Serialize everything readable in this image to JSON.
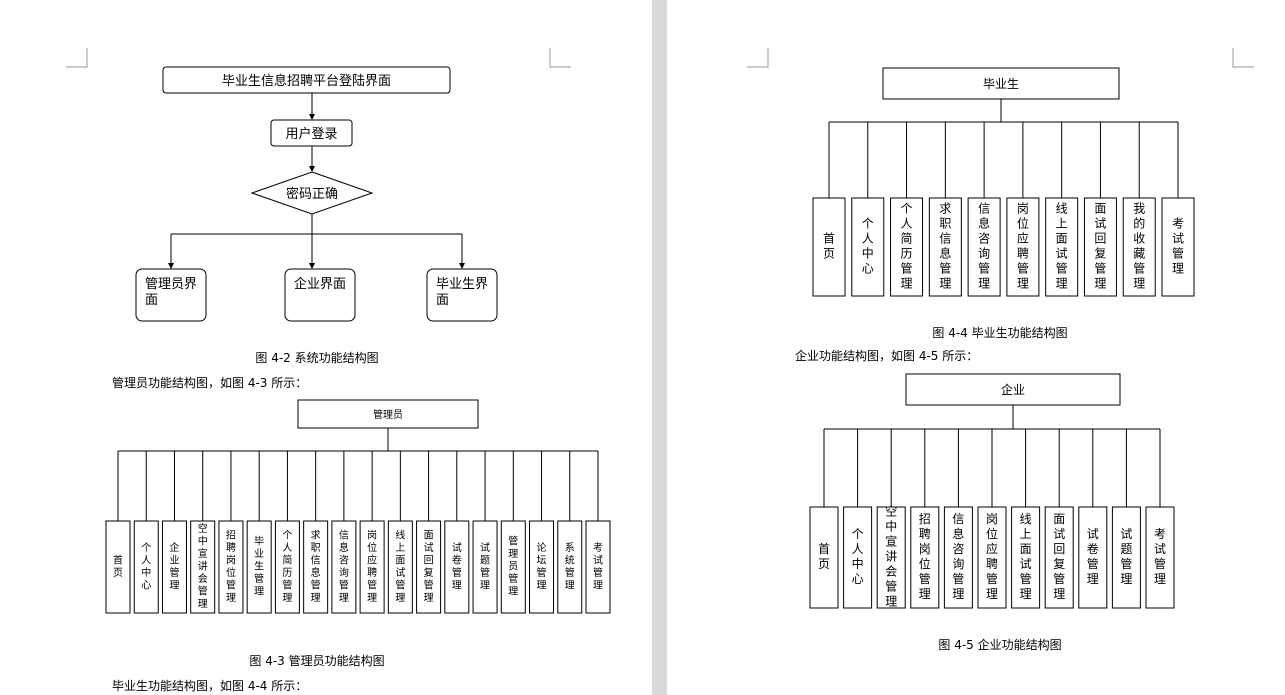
{
  "left_page": {
    "fig2": {
      "title": "毕业生信息招聘平台登陆界面",
      "login": "用户登录",
      "decision": "密码正确",
      "outcomes": [
        [
          "管理员界",
          "面"
        ],
        [
          "企业界面"
        ],
        [
          "毕业生界",
          "面"
        ]
      ],
      "caption": "图 4-2 系统功能结构图"
    },
    "para_admin": "管理员功能结构图，如图 4-3 所示：",
    "fig3": {
      "root": "管理员",
      "leaves": [
        "首页",
        "个人中心",
        "企业管理",
        "空中宣讲会管理",
        "招聘岗位管理",
        "毕业生管理",
        "个人简历管理",
        "求职信息管理",
        "信息咨询管理",
        "岗位应聘管理",
        "线上面试管理",
        "面试回复管理",
        "试卷管理",
        "试题管理",
        "管理员管理",
        "论坛管理",
        "系统管理",
        "考试管理"
      ],
      "caption": "图 4-3 管理员功能结构图"
    },
    "para_grad": "毕业生功能结构图，如图 4-4 所示："
  },
  "right_page": {
    "fig4": {
      "root": "毕业生",
      "leaves": [
        "首页",
        "个人中心",
        "个人简历管理",
        "求职信息管理",
        "信息咨询管理",
        "岗位应聘管理",
        "线上面试管理",
        "面试回复管理",
        "我的收藏管理",
        "考试管理"
      ],
      "caption": "图 4-4 毕业生功能结构图"
    },
    "para_company": "企业功能结构图，如图 4-5 所示：",
    "fig5": {
      "root": "企业",
      "leaves": [
        "首页",
        "个人中心",
        "空中宣讲会管理",
        "招聘岗位管理",
        "信息咨询管理",
        "岗位应聘管理",
        "线上面试管理",
        "面试回复管理",
        "试卷管理",
        "试题管理",
        "考试管理"
      ],
      "caption": "图 4-5 企业功能结构图"
    }
  }
}
